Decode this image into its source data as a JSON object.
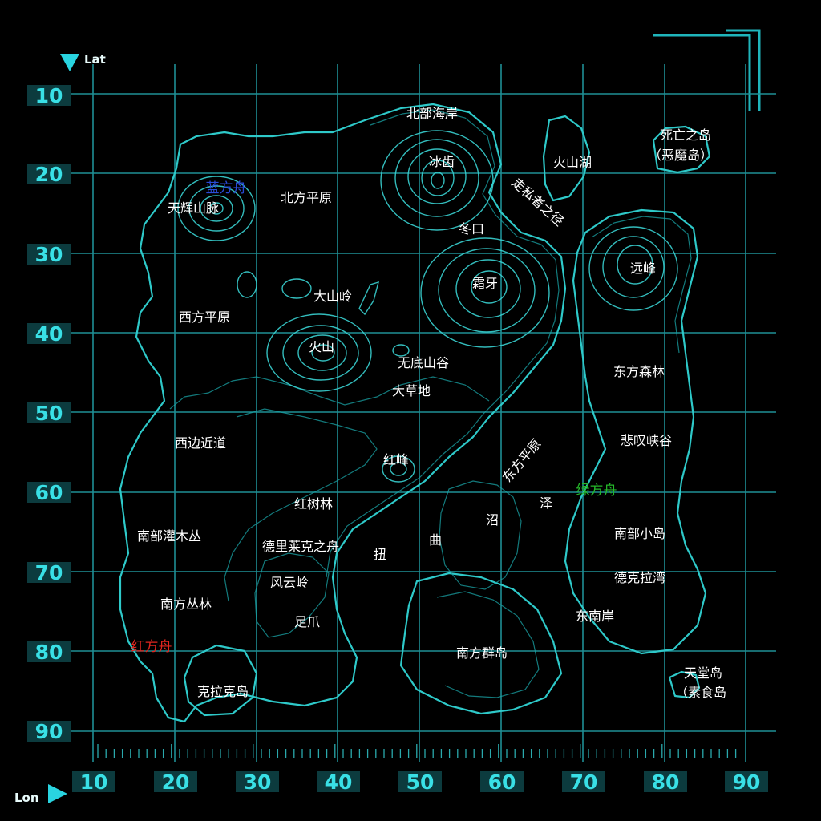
{
  "axes": {
    "lat_title": "Lat",
    "lon_title": "Lon",
    "lat_labels": [
      "10",
      "20",
      "30",
      "40",
      "50",
      "60",
      "70",
      "80",
      "90"
    ],
    "lon_labels": [
      "10",
      "20",
      "30",
      "40",
      "50",
      "60",
      "70",
      "80",
      "90"
    ]
  },
  "places": {
    "north_coast": "北部海岸",
    "ice_tooth": "冰齿",
    "volcano_lake": "火山湖",
    "death_island_1": "死亡之岛",
    "death_island_2": "（恶魔岛）",
    "blue_ark": "蓝方舟",
    "sky_range": "天辉山脉",
    "north_plains": "北方平原",
    "smugglers_way": "走私者之径",
    "winter_pass": "冬口",
    "far_peak": "远峰",
    "frost_fang": "霜牙",
    "great_ridge": "大山岭",
    "west_plains": "西方平原",
    "volcano": "火山",
    "bottomless_valley": "无底山谷",
    "east_forest": "东方森林",
    "great_grassland": "大草地",
    "west_path": "西边近道",
    "sorrow_canyon": "悲叹峡谷",
    "red_peak": "红峰",
    "east_plains": "东方平原",
    "green_ark": "绿方舟",
    "mangrove": "红树林",
    "south_shrub": "南部灌木丛",
    "south_isle": "南部小岛",
    "derek_ark": "德里莱克之舟",
    "twisted_swamp": [
      "扭",
      "曲",
      "沼",
      "泽"
    ],
    "storm_ridge": "风云岭",
    "derek_bay": "德克拉湾",
    "south_jungle": "南方丛林",
    "claw": "足爪",
    "southeast_coast": "东南岸",
    "red_ark": "红方舟",
    "south_islands": "南方群岛",
    "paradise_1": "天堂岛",
    "paradise_2": "（素食岛",
    "krakow_island": "克拉克岛"
  },
  "colors": {
    "grid": "#1f8f95",
    "coast": "#2ec9c9",
    "axis_text": "#39e0e6",
    "blue_ark": "#2a4bd8",
    "green_ark": "#25b82a",
    "red_ark": "#e2261f"
  }
}
